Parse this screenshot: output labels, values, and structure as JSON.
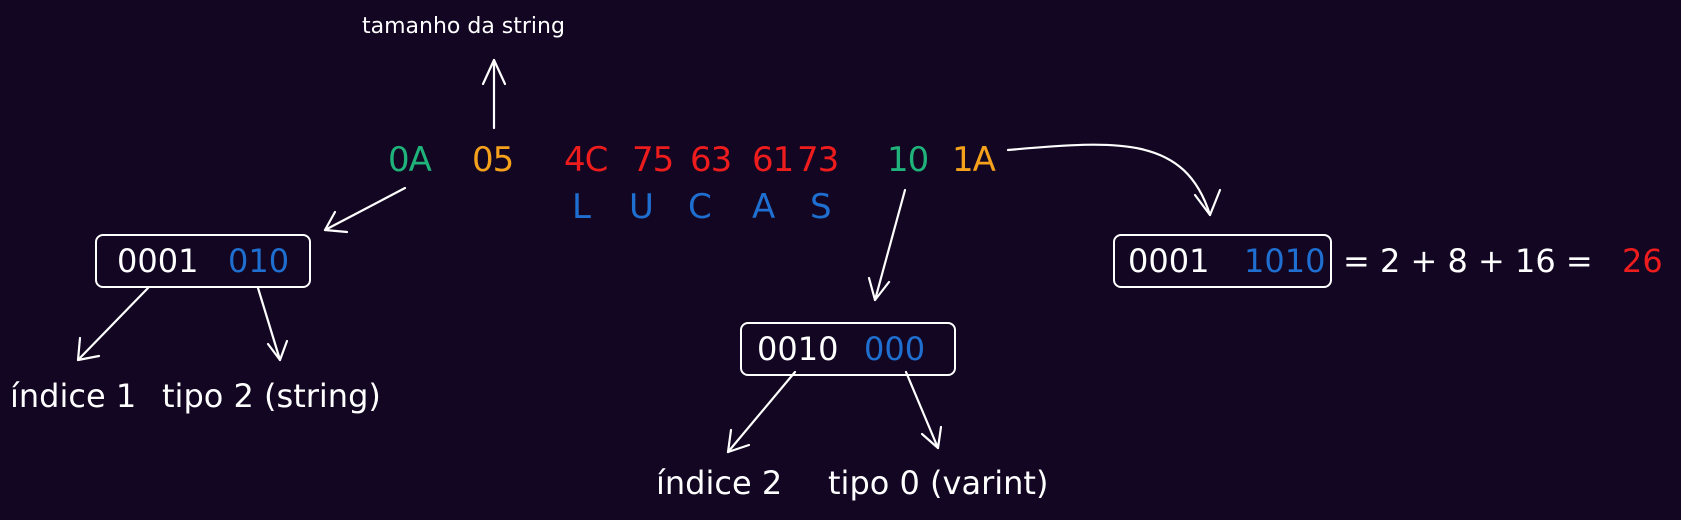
{
  "top_label": "tamanho da string",
  "hex_bytes": [
    {
      "text": "0A",
      "color": "#1fb27a"
    },
    {
      "text": "05",
      "color": "#f5a11c"
    },
    {
      "text": "4C",
      "color": "#ee1c1c"
    },
    {
      "text": "75",
      "color": "#ee1c1c"
    },
    {
      "text": "63",
      "color": "#ee1c1c"
    },
    {
      "text": "61",
      "color": "#ee1c1c"
    },
    {
      "text": "73",
      "color": "#ee1c1c"
    },
    {
      "text": "10",
      "color": "#1fb27a"
    },
    {
      "text": "1A",
      "color": "#f5a11c"
    }
  ],
  "letters": [
    "L",
    "U",
    "C",
    "A",
    "S"
  ],
  "box1": {
    "index_bits": "0001",
    "type_bits": "010"
  },
  "box2": {
    "index_bits": "0010",
    "type_bits": "000"
  },
  "box3": {
    "high_bits": "0001",
    "low_bits": "1010"
  },
  "label_index_1": "índice 1",
  "label_type_2": "tipo 2 (string)",
  "label_index_2": "índice 2",
  "label_type_0": "tipo 0 (varint)",
  "equation": {
    "text": "= 2 + 8 + 16 =",
    "result": "26",
    "result_color": "#ee1c1c"
  }
}
